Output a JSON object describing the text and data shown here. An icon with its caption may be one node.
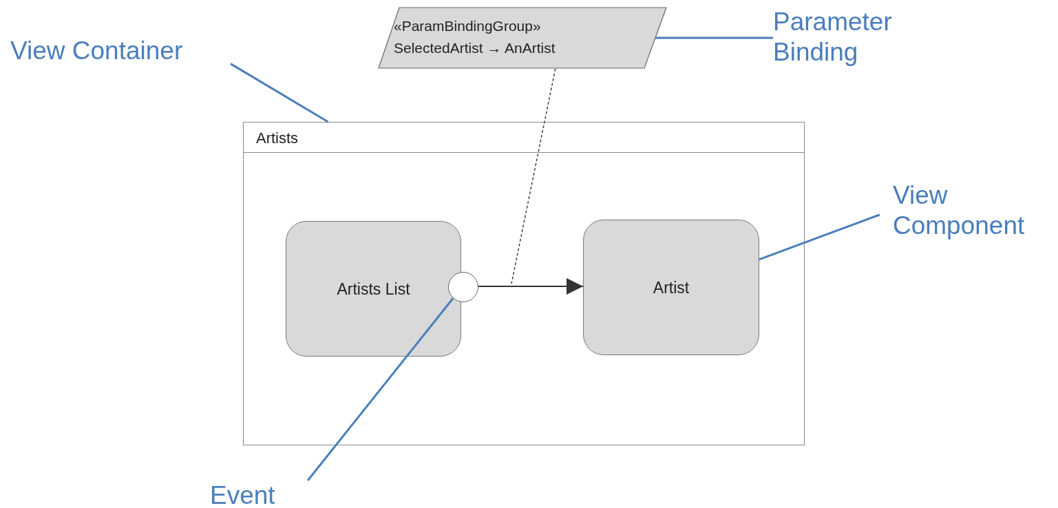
{
  "diagram": {
    "nodes": [
      {
        "text": [
          "View Container"
        ]
      },
      {
        "text": [
          "«ParamBindingGroup»",
          "SelectedArtist → AnArtist"
        ]
      },
      {
        "text": [
          "Parameter Binding"
        ]
      },
      {
        "text": [
          "Artists"
        ]
      },
      {
        "text": [
          "Artists List"
        ],
        "in": 3
      },
      {
        "text": [],
        "shape": "circle",
        "in": 3
      },
      {
        "text": [
          "Artist"
        ],
        "in": 3
      },
      {
        "text": [
          "View Component"
        ]
      },
      {
        "text": [
          "Event"
        ]
      }
    ],
    "edges": [
      {
        "from": 0,
        "to": 3,
        "arrow": "none"
      },
      {
        "from": 2,
        "to": 1,
        "arrow": "none"
      },
      {
        "from": 7,
        "to": 6,
        "arrow": "none"
      },
      {
        "from": 8,
        "to": 5,
        "arrow": "none"
      },
      {
        "from": 5,
        "to": 6,
        "arrow": "to",
        "color": "#333333"
      },
      {
        "from": 1,
        "to": null,
        "arrow": "none",
        "style": "dashed",
        "color": "#333333"
      }
    ]
  }
}
